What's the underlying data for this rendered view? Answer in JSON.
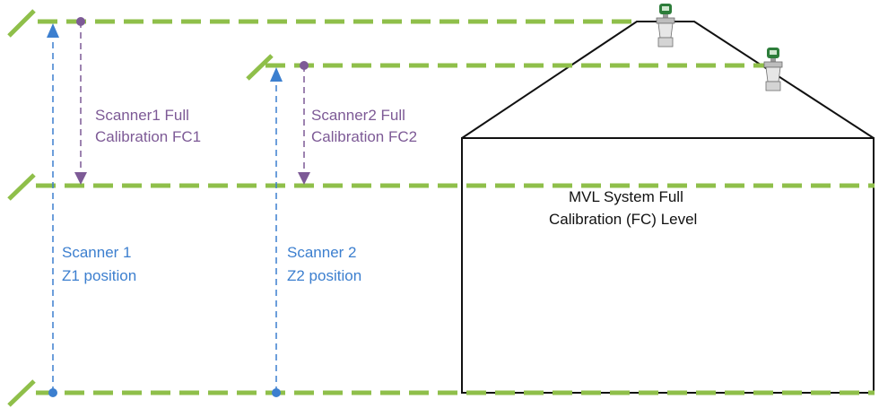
{
  "labels": {
    "scanner1_fc": [
      "Scanner1  Full",
      "Calibration FC1"
    ],
    "scanner2_fc": [
      "Scanner2  Full",
      "Calibration FC2"
    ],
    "scanner1_z": [
      "Scanner 1",
      "Z1 position"
    ],
    "scanner2_z": [
      "Scanner 2",
      "Z2 position"
    ],
    "mvl_fc": [
      "MVL System Full",
      "Calibration (FC) Level"
    ]
  },
  "colors": {
    "level_line": "#8fbf4a",
    "purple": "#7d5a96",
    "blue": "#3c7fcf",
    "outline": "#111111",
    "device_green": "#2d7d3a"
  },
  "icons": [
    "scanner-device-icon"
  ]
}
